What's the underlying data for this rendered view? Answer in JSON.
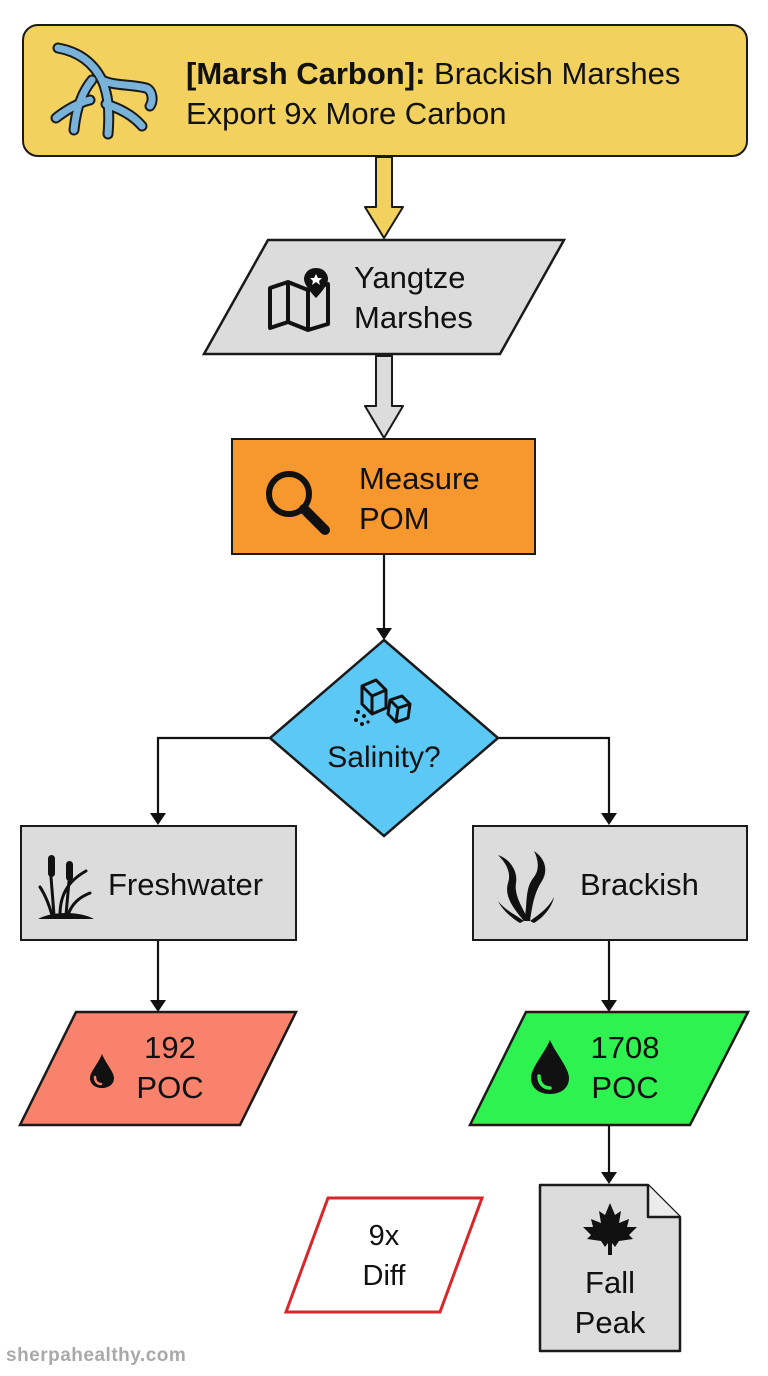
{
  "title": {
    "prefix": "[Marsh Carbon]:",
    "text": "Brackish Marshes Export 9x More Carbon"
  },
  "nodes": {
    "location": {
      "line1": "Yangtze",
      "line2": "Marshes"
    },
    "measure": {
      "line1": "Measure",
      "line2": "POM"
    },
    "decision": {
      "label": "Salinity?"
    },
    "freshwater": {
      "label": "Freshwater"
    },
    "brackish": {
      "label": "Brackish"
    },
    "fresh_poc": {
      "line1": "192",
      "line2": "POC"
    },
    "brackish_poc": {
      "line1": "1708",
      "line2": "POC"
    },
    "diff": {
      "line1": "9x",
      "line2": "Diff"
    },
    "fall_peak": {
      "line1": "Fall",
      "line2": "Peak"
    }
  },
  "watermark": "sherpahealthy.com",
  "colors": {
    "title_bg": "#f2d15e",
    "grey": "#dcdcdc",
    "orange": "#f7982f",
    "blue": "#5bc8f5",
    "red": "#f8826b",
    "green": "#2df24f",
    "diff_border": "#d8262a",
    "icon_blue": "#7ab3da"
  },
  "icons": {
    "title": "river-delta-icon",
    "location": "map-pin-icon",
    "measure": "magnifier-icon",
    "decision": "salt-crystals-icon",
    "freshwater": "cattail-icon",
    "brackish": "seaweed-icon",
    "fresh_poc": "droplet-icon",
    "brackish_poc": "droplet-icon",
    "fall_peak": "maple-leaf-icon"
  }
}
